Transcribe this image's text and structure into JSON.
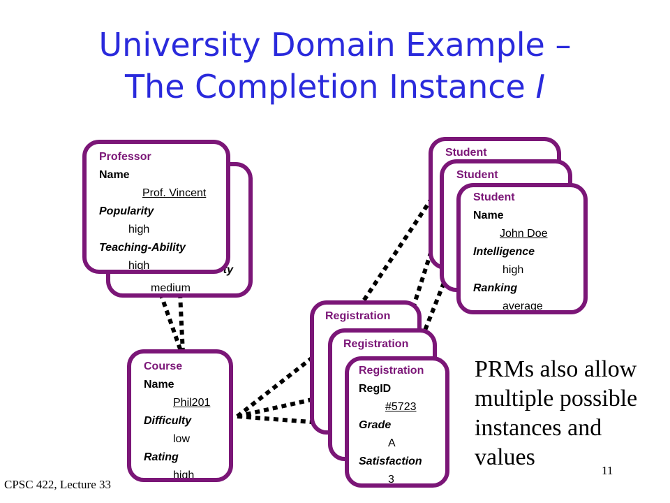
{
  "title": {
    "line1": "University Domain Example –",
    "line2_prefix": "The Completion Instance ",
    "line2_italic": "I"
  },
  "professor_back": {
    "visible_fragments": [
      "ty",
      "medium"
    ]
  },
  "professor": {
    "header": "Professor",
    "name_label": "Name",
    "name_value": "Prof. Vincent",
    "attr1_label": "Popularity",
    "attr1_value": "high",
    "attr2_label": "Teaching-Ability",
    "attr2_value": "high"
  },
  "course": {
    "header": "Course",
    "name_label": "Name",
    "name_value": "Phil201",
    "attr1_label": "Difficulty",
    "attr1_value": "low",
    "attr2_label": "Rating",
    "attr2_value": "high"
  },
  "students": {
    "back1_header": "Student",
    "back2_header": "Student",
    "front": {
      "header": "Student",
      "name_label": "Name",
      "name_value": "John Doe",
      "attr1_label": "Intelligence",
      "attr1_value": "high",
      "attr2_label": "Ranking",
      "attr2_value": "average"
    }
  },
  "registrations": {
    "back1_header": "Registration",
    "back2_header": "Registration",
    "front": {
      "header": "Registration",
      "id_label": "RegID",
      "id_value": "#5723",
      "attr1_label": "Grade",
      "attr1_value": "A",
      "attr2_label": "Satisfaction",
      "attr2_value": "3"
    }
  },
  "note": "PRMs also allow multiple possible instances and values",
  "footer": "CPSC 422, Lecture 33",
  "page_number": "11",
  "colors": {
    "title": "#2a2adc",
    "card_border": "#7b1677"
  }
}
